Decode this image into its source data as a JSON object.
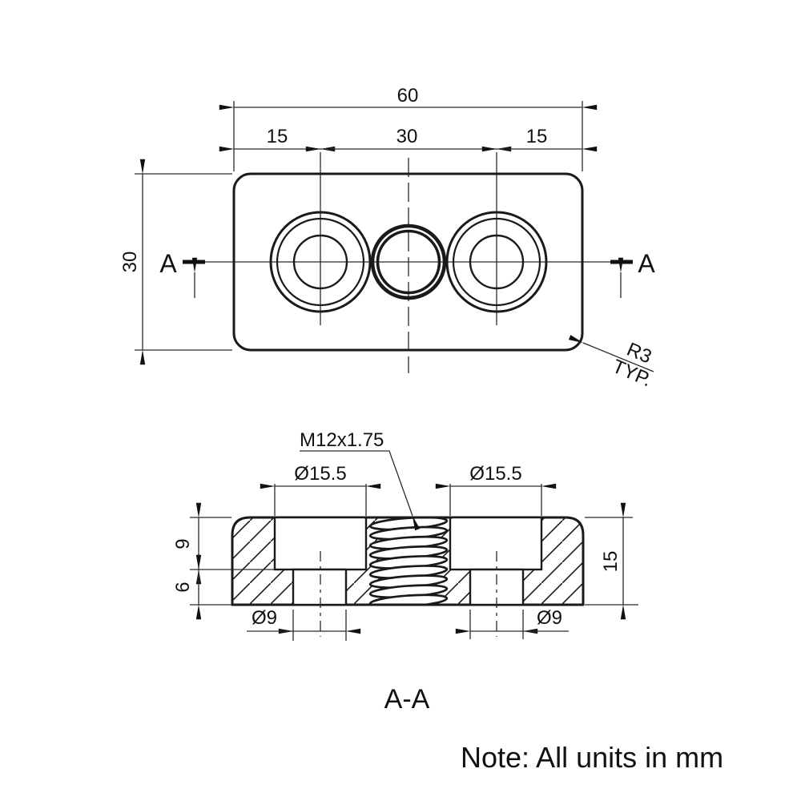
{
  "colors": {
    "line": "#1a1a1a",
    "background": "#ffffff"
  },
  "top_view": {
    "dim_total_width": "60",
    "dim_left_pitch": "15",
    "dim_center_pitch": "30",
    "dim_right_pitch": "15",
    "dim_height": "30",
    "section_letter_left": "A",
    "section_letter_right": "A",
    "corner_radius": "R3",
    "corner_radius_typ": "TYP."
  },
  "section_view": {
    "thread_callout": "M12x1.75",
    "counterbore_dia_left": "Ø15.5",
    "counterbore_dia_right": "Ø15.5",
    "counterbore_depth": "9",
    "lower_land_depth": "6",
    "total_thickness": "15",
    "hole_dia_left": "Ø9",
    "hole_dia_right": "Ø9",
    "section_title": "A-A"
  },
  "note_text": "Note: All units in mm"
}
